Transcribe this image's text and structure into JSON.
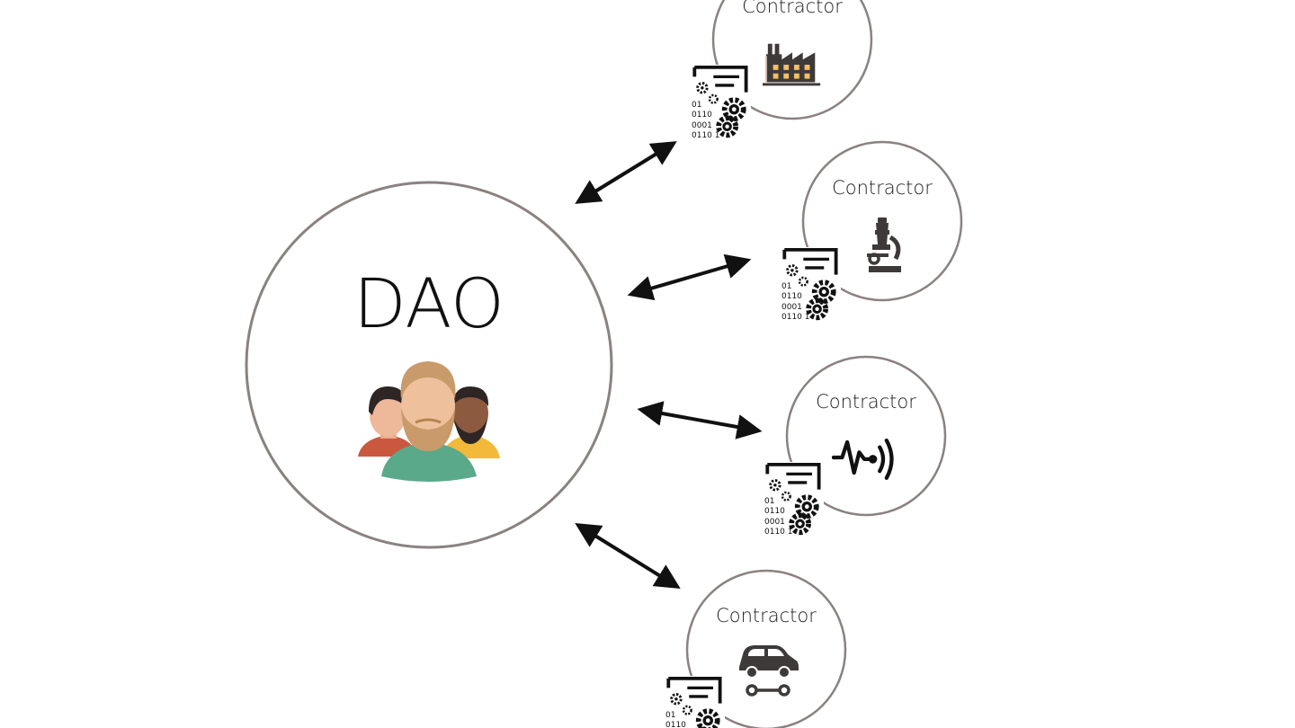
{
  "diagram": {
    "center": {
      "label": "DAO",
      "icon": "group-of-people-icon"
    },
    "contractors": [
      {
        "label": "Contractor",
        "icon": "factory-icon"
      },
      {
        "label": "Contractor",
        "icon": "microscope-icon"
      },
      {
        "label": "Contractor",
        "icon": "signal-wave-icon"
      },
      {
        "label": "Contractor",
        "icon": "car-icon"
      }
    ],
    "contract_icon": {
      "name": "smart-contract-icon",
      "lines": [
        "01",
        "0110",
        "0001",
        "0110 1"
      ]
    },
    "colors": {
      "circle_stroke": "#8a8280",
      "arrow": "#111111",
      "icon_dark": "#3e3a39",
      "factory_window": "#f3c062",
      "person_green": "#5aa98a",
      "person_red": "#c9583f",
      "person_yellow": "#f2b93a"
    }
  }
}
